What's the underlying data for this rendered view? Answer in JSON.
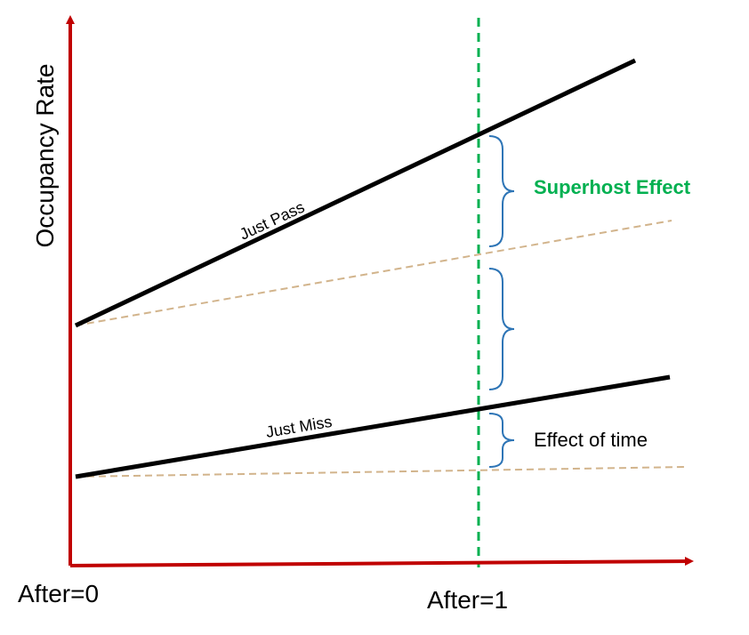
{
  "axes": {
    "y_label": "Occupancy Rate",
    "x_tick_left": "After=0",
    "x_tick_right": "After=1",
    "axis_color": "#c00000"
  },
  "lines": {
    "just_pass": {
      "label": "Just Pass",
      "color": "#000000"
    },
    "just_miss": {
      "label": "Just Miss",
      "color": "#000000"
    },
    "counterfactual_color": "#d2b48c"
  },
  "annotations": {
    "superhost_effect": {
      "text": "Superhost Effect",
      "color": "#00b050"
    },
    "effect_of_time": {
      "text": "Effect of time",
      "color": "#000000"
    },
    "brace_color": "#2e75b6",
    "cutoff_color": "#00b050"
  }
}
